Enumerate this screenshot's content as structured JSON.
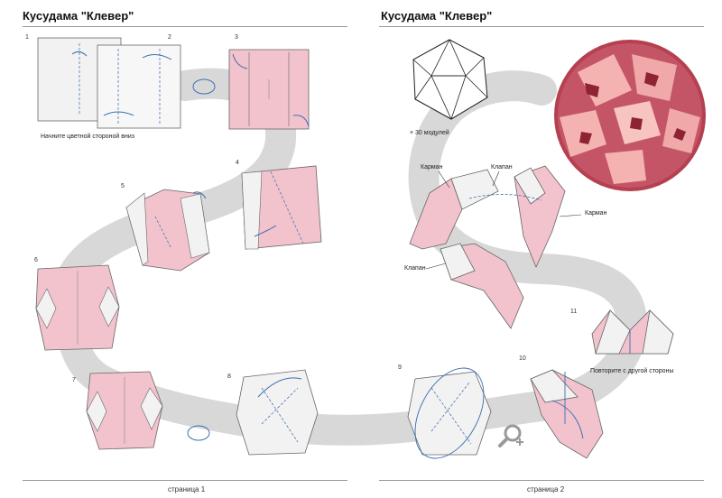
{
  "left_page": {
    "title": "Кусудама \"Клевер\"",
    "start_note": "Начните цветной стороной вниз",
    "footer": "страница 1",
    "steps": [
      "1",
      "2",
      "3",
      "4",
      "5",
      "6",
      "7",
      "8"
    ]
  },
  "right_page": {
    "title": "Кусудама \"Клевер\"",
    "module_count": "× 30 модулей",
    "labels": {
      "pocket_1": "Карман",
      "flap_1": "Клапан",
      "pocket_2": "Карман",
      "flap_2": "Клапан"
    },
    "repeat_note": "Повторите с другой стороны",
    "footer": "страница 2",
    "steps": [
      "9",
      "10",
      "11"
    ]
  },
  "colors": {
    "paper_pink": "#f2c3cc",
    "paper_white": "#f2f2f2",
    "path_gray": "#d8d8d8",
    "arrow_blue": "#3a6db3",
    "crease_blue": "#4a74b8",
    "ball_dark": "#9b2a3a",
    "ball_light": "#f0a8a8"
  }
}
